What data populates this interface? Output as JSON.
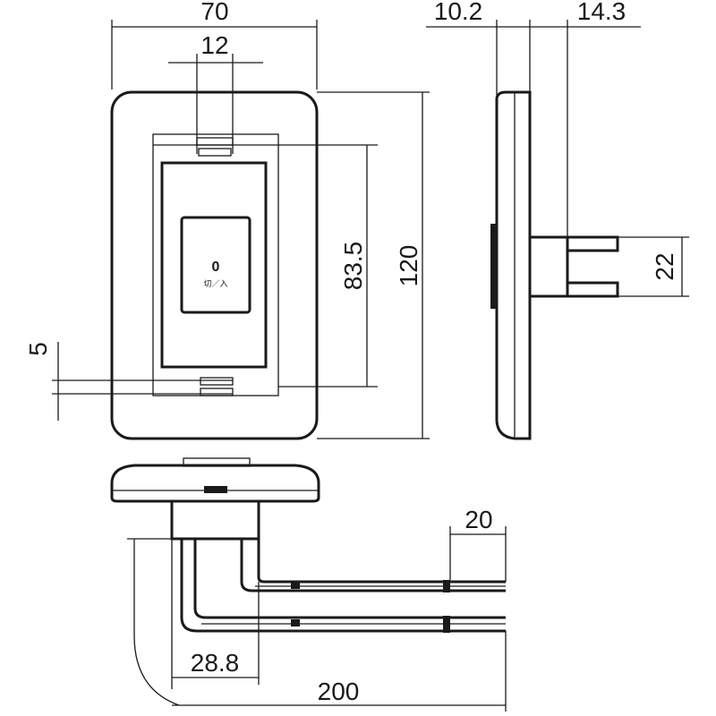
{
  "front_view": {
    "width_label": "70",
    "opening_label": "12",
    "inner_height_label": "83.5",
    "height_label": "120",
    "offset_label": "5",
    "switch_label_o": "0",
    "switch_label_text": "切／入"
  },
  "side_view": {
    "depth_front_label": "10.2",
    "depth_rear_label": "14.3",
    "body_height_label": "22"
  },
  "bottom_view": {
    "lead_strip_label": "20",
    "lead_offset_label": "28.8",
    "lead_length_label": "200"
  }
}
